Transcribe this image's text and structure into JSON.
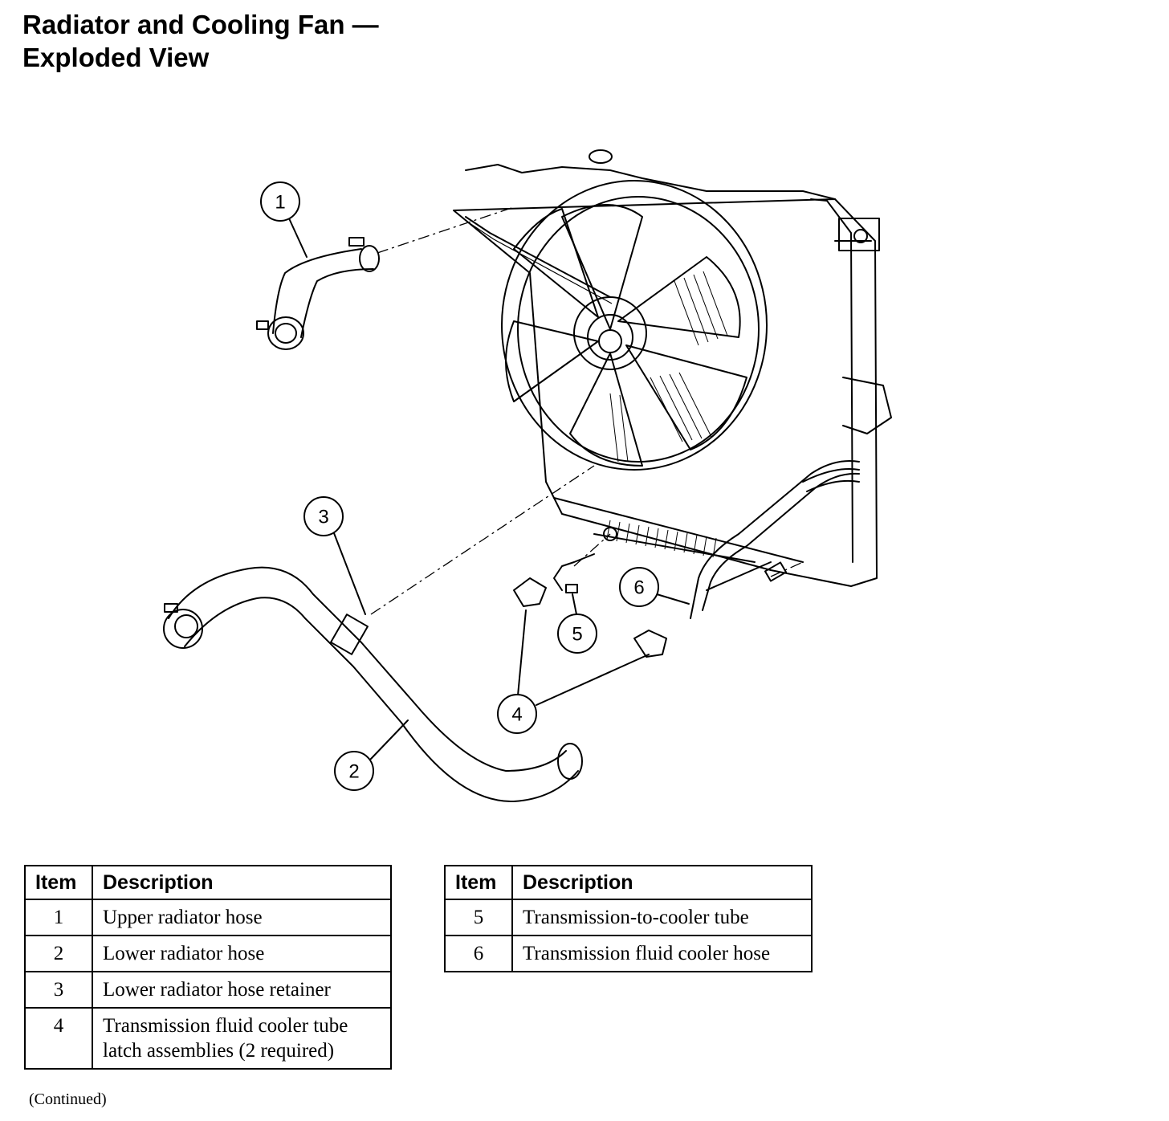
{
  "title": {
    "line1": "Radiator and Cooling Fan —",
    "line2": "Exploded View"
  },
  "callouts": [
    "1",
    "2",
    "3",
    "4",
    "5",
    "6"
  ],
  "legend_left": {
    "header_item": "Item",
    "header_description": "Description",
    "rows": [
      {
        "item": "1",
        "description": "Upper radiator hose"
      },
      {
        "item": "2",
        "description": "Lower radiator hose"
      },
      {
        "item": "3",
        "description": "Lower radiator hose retainer"
      },
      {
        "item": "4",
        "description": "Transmission fluid cooler tube latch assemblies (2 required)"
      }
    ]
  },
  "legend_right": {
    "header_item": "Item",
    "header_description": "Description",
    "rows": [
      {
        "item": "5",
        "description": "Transmission-to-cooler tube"
      },
      {
        "item": "6",
        "description": "Transmission fluid cooler hose"
      }
    ]
  },
  "footer": {
    "continued": "(Continued)"
  }
}
